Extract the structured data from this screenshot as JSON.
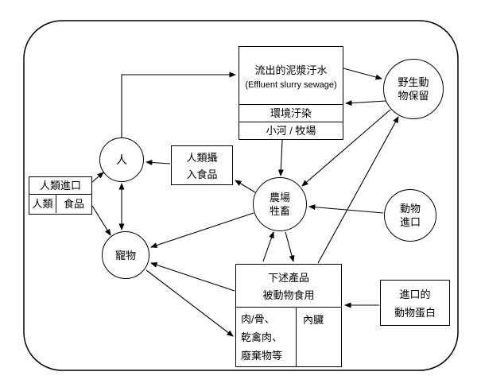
{
  "colors": {
    "background": "#ffffff",
    "stroke": "#000000"
  },
  "nodes": {
    "human": {
      "label": "人"
    },
    "pets": {
      "label": "寵物"
    },
    "farm_livestock": {
      "line1": "農場",
      "line2": "牲畜"
    },
    "animal_import": {
      "line1": "動物",
      "line2": "進口"
    },
    "wildlife_reserve": {
      "line1": "野生動",
      "line2": "物保留"
    },
    "effluent": {
      "title_zh": "流出的泥漿汙水",
      "title_en": "(Effluent slurry sewage)",
      "row_env": "環境汙染",
      "row_river": "小河 / 牧場"
    },
    "human_food_intake": {
      "line1": "人類攝",
      "line2": "入食品"
    },
    "human_import": {
      "row1": "人類進口",
      "cell_left": "人類",
      "cell_right": "食品"
    },
    "animal_products": {
      "title1": "下述產品",
      "title2": "被動物食用",
      "left1": "肉/骨、",
      "left2": "乾禽肉、",
      "left3": "廢棄物等",
      "right": "內臟"
    },
    "imported_protein": {
      "line1": "進口的",
      "line2": "動物蛋白"
    }
  },
  "edges": [
    {
      "from": "human",
      "to": "effluent"
    },
    {
      "from": "effluent",
      "to": "wildlife_reserve"
    },
    {
      "from": "wildlife_reserve",
      "to": "effluent"
    },
    {
      "from": "effluent",
      "to": "farm_livestock"
    },
    {
      "from": "wildlife_reserve",
      "to": "farm_livestock"
    },
    {
      "from": "animal_products",
      "to": "wildlife_reserve"
    },
    {
      "from": "animal_import",
      "to": "farm_livestock"
    },
    {
      "from": "farm_livestock",
      "to": "human_food_intake"
    },
    {
      "from": "human_food_intake",
      "to": "human"
    },
    {
      "from": "human_import",
      "to": "human"
    },
    {
      "from": "human_import",
      "to": "pets"
    },
    {
      "from": "human",
      "to": "pets",
      "bidirectional": true
    },
    {
      "from": "farm_livestock",
      "to": "pets"
    },
    {
      "from": "animal_products",
      "to": "pets"
    },
    {
      "from": "pets",
      "to": "animal_products"
    },
    {
      "from": "farm_livestock",
      "to": "animal_products"
    },
    {
      "from": "animal_products",
      "to": "farm_livestock"
    },
    {
      "from": "imported_protein",
      "to": "animal_products"
    }
  ]
}
